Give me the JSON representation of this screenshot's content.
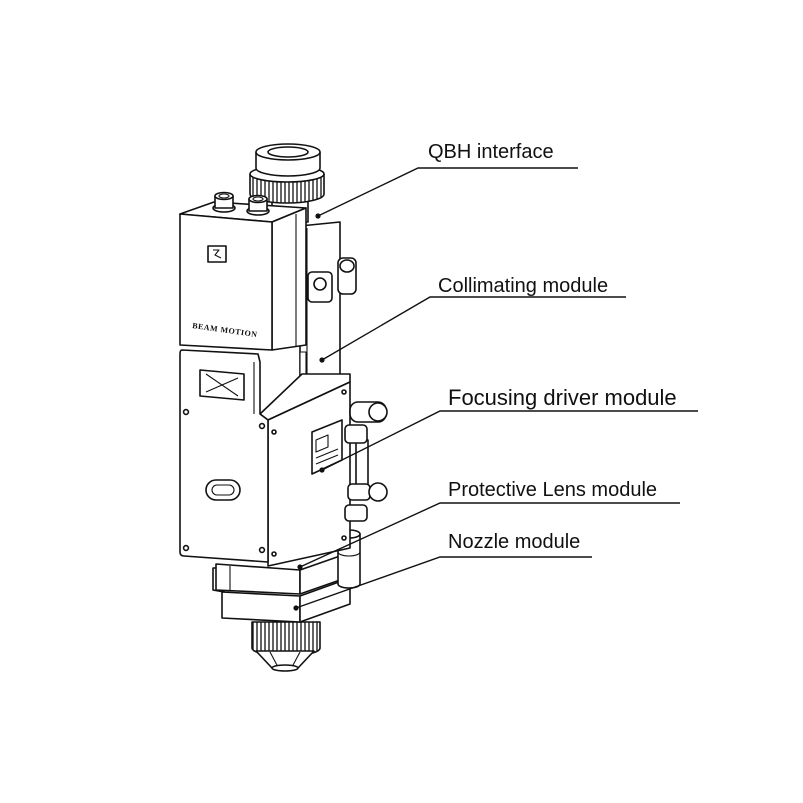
{
  "labels": {
    "qbh": "QBH interface",
    "collimating": "Collimating module",
    "focusing": "Focusing driver module",
    "protective": "Protective Lens module",
    "nozzle": "Nozzle module"
  },
  "device_marking": "BEAM MOTION",
  "colors": {
    "line": "#111111",
    "background": "#ffffff"
  }
}
